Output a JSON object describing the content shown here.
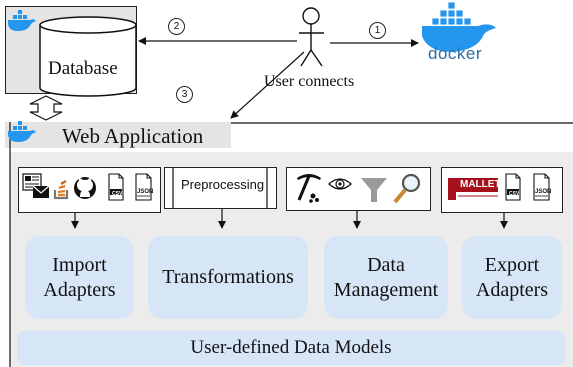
{
  "database": {
    "label": "Database"
  },
  "user": {
    "label": "User connects"
  },
  "steps": [
    "1",
    "2",
    "3"
  ],
  "docker": {
    "label": "docker"
  },
  "web_application": {
    "title": "Web Application"
  },
  "preprocessing": {
    "label": "Preprocessing"
  },
  "file_badges": {
    "csv": "CSV",
    "json": "JSON"
  },
  "mallet": {
    "label": "MALLET"
  },
  "components": {
    "import": "Import\nAdapters",
    "transformations": "Transformations",
    "data_management": "Data\nManagement",
    "export": "Export\nAdapters"
  },
  "data_models": {
    "label": "User-defined Data Models"
  },
  "colors": {
    "component_fill": "#d6e6f7",
    "container_fill": "#ececec",
    "docker_blue": "#2496ed"
  }
}
